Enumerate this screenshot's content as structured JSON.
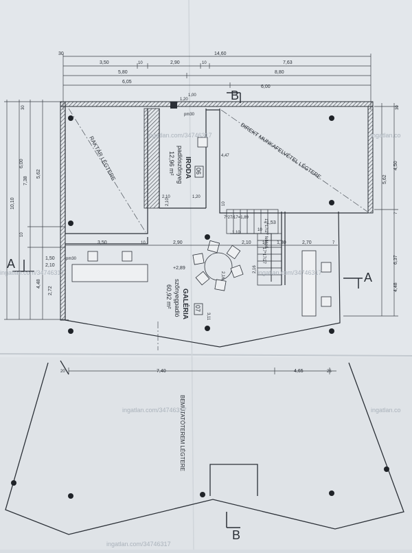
{
  "drawing": {
    "top_dims": {
      "total": "14,60",
      "row1": [
        "3,50",
        "10",
        "2,90",
        "10",
        "7,63"
      ],
      "row2": [
        "5,80",
        "8,80"
      ],
      "row3": [
        "6,05",
        "6,00"
      ],
      "small_top": [
        "30",
        "1,00",
        "1,20",
        "pm30"
      ]
    },
    "left_dims": {
      "col_outer": "10,10",
      "col_mid": [
        "30",
        "7,38",
        "5,62",
        "6,00",
        "10"
      ],
      "col_lower": [
        "1,50",
        "2,10",
        "pm30",
        "4,48",
        "2,72"
      ]
    },
    "right_dims": [
      "30",
      "4,50",
      "5,62",
      "7",
      "6,37",
      "4,48"
    ],
    "mid_dims": [
      "3,50",
      "10",
      "2,90",
      "2,10",
      "10",
      "1,30",
      "2,70",
      "7"
    ],
    "lower_dims": [
      "20",
      "7,40",
      "4,65",
      "25"
    ],
    "misc_dims": [
      "4,47",
      "2,10",
      "1,20",
      "2,10",
      "10",
      "2,16",
      "3,11",
      "+2,89",
      "+1,53",
      "10",
      "1,10",
      "2,16"
    ],
    "stair_labels": [
      "7*27/17=1,89",
      "17*17/27 fellépő",
      "17*17/27",
      "2,16"
    ],
    "rooms": {
      "raktar": "RAKTÁR LÉGTERE",
      "direkt": "DIREKT MUNKAFELVÉTEL LÉGTERE",
      "iroda_num": "06",
      "iroda_name": "IRODA",
      "iroda_sub": "padlószőnyeg",
      "iroda_area": "12,96 m²",
      "galeria_num": "07",
      "galeria_name": "GALÉRIA",
      "galeria_sub": "szőnyegpadló",
      "galeria_area": "60,92 m²",
      "bemutato": "BEMUTATÓTEREM LÉGTERE"
    },
    "section_marks": {
      "b_top": "B",
      "b_bottom": "B",
      "a_left": "A",
      "a_right": "A"
    },
    "watermarks": [
      "ingatlan.com/34746317",
      "ingatlan.com/34746317",
      "ingatlan.com/34746317",
      "ingatlan.com/34746317",
      "ingatlan.com/34746317",
      "ingatlan.co",
      "ingatlan.co"
    ]
  }
}
